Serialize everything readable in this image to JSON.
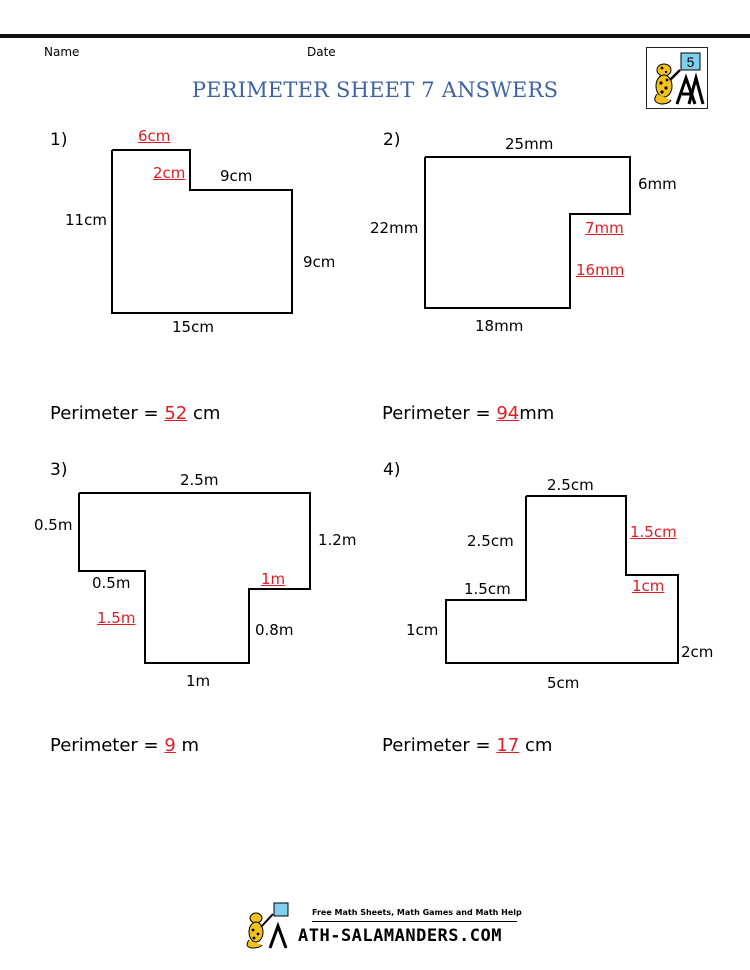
{
  "header": {
    "name_label": "Name",
    "date_label": "Date",
    "title": "PERIMETER SHEET 7 ANSWERS",
    "grade_badge": "5",
    "logo_icon": "salamander-logo-icon"
  },
  "answer_color": "#e11d23",
  "title_color": "#3e63a6",
  "problems": [
    {
      "number": "1)",
      "labels": {
        "top": "6cm",
        "step": "2cm",
        "mid": "9cm",
        "left": "11cm",
        "right": "9cm",
        "bottom": "15cm"
      },
      "perimeter": {
        "prefix": "Perimeter = ",
        "answer": "52",
        "unit": " cm"
      }
    },
    {
      "number": "2)",
      "labels": {
        "top": "25mm",
        "right_top": "6mm",
        "left": "22mm",
        "step": "7mm",
        "inner": "16mm",
        "bottom": "18mm"
      },
      "perimeter": {
        "prefix": "Perimeter = ",
        "answer": "94",
        "unit": "mm"
      }
    },
    {
      "number": "3)",
      "labels": {
        "top": "2.5m",
        "left": "0.5m",
        "right": "1.2m",
        "left_step": "0.5m",
        "right_step": "1m",
        "left_inner": "1.5m",
        "right_inner": "0.8m",
        "bottom": "1m"
      },
      "perimeter": {
        "prefix": "Perimeter = ",
        "answer": "9",
        "unit": " m"
      }
    },
    {
      "number": "4)",
      "labels": {
        "top": "2.5cm",
        "left_upper": "2.5cm",
        "right_upper": "1.5cm",
        "left_step": "1.5cm",
        "right_step": "1cm",
        "left": "1cm",
        "right": "2cm",
        "bottom": "5cm"
      },
      "perimeter": {
        "prefix": "Perimeter = ",
        "answer": "17",
        "unit": " cm"
      }
    }
  ],
  "footer": {
    "tagline": "Free Math Sheets, Math Games and Math Help",
    "site": "ATH-SALAMANDERS.COM",
    "logo_icon": "salamander-logo-icon"
  }
}
